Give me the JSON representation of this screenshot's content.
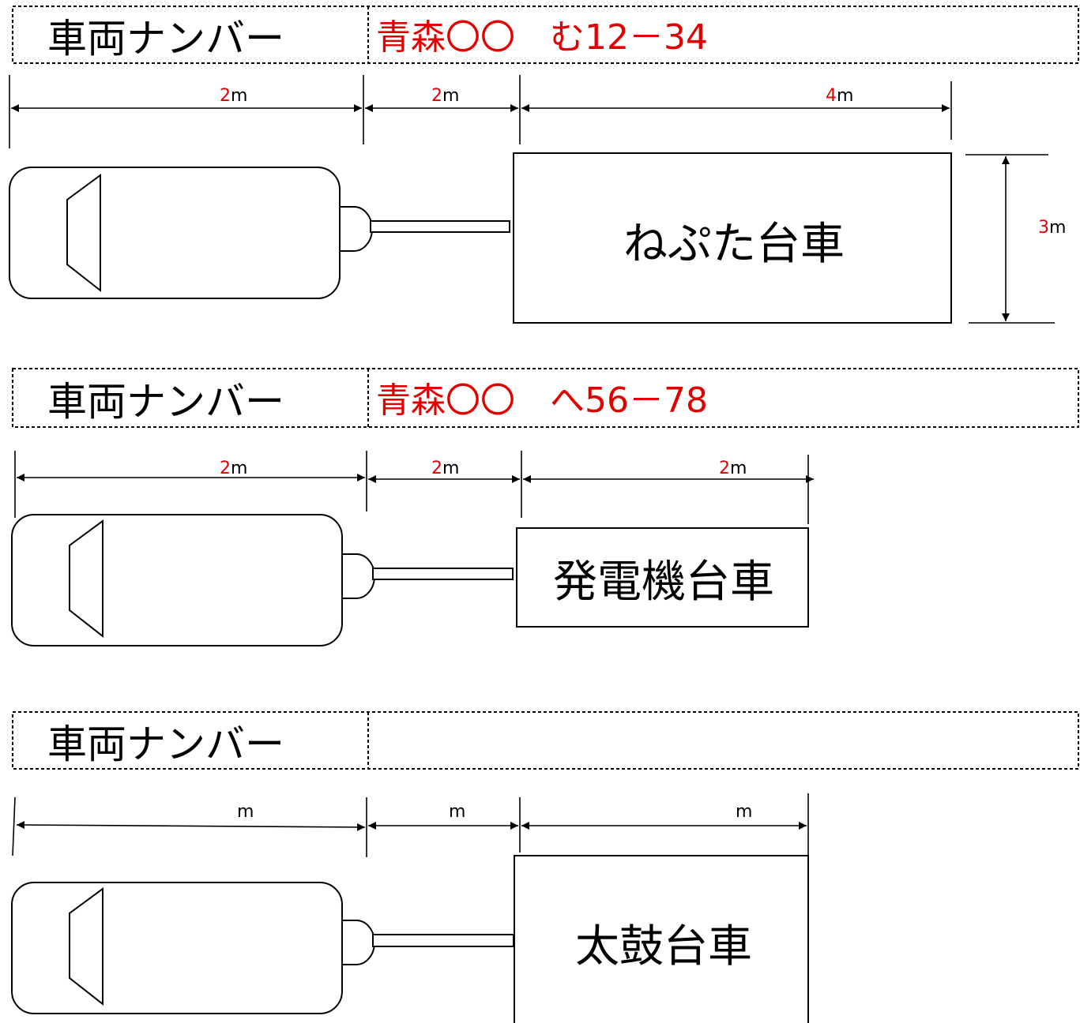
{
  "sections": [
    {
      "header": {
        "label": "車両ナンバー",
        "plate": "青森〇〇　む12－34"
      },
      "dims": [
        {
          "num": "2",
          "unit": "m"
        },
        {
          "num": "2",
          "unit": "m"
        },
        {
          "num": "4",
          "unit": "m"
        }
      ],
      "height_dim": {
        "num": "3",
        "unit": "m"
      },
      "cart_label": "ねぷた台車"
    },
    {
      "header": {
        "label": "車両ナンバー",
        "plate": "青森〇〇　へ56－78"
      },
      "dims": [
        {
          "num": "2",
          "unit": "m"
        },
        {
          "num": "2",
          "unit": "m"
        },
        {
          "num": "2",
          "unit": "m"
        }
      ],
      "cart_label": "発電機台車"
    },
    {
      "header": {
        "label": "車両ナンバー",
        "plate": ""
      },
      "dims": [
        {
          "num": "",
          "unit": "m"
        },
        {
          "num": "",
          "unit": "m"
        },
        {
          "num": "",
          "unit": "m"
        }
      ],
      "cart_label": "太鼓台車"
    }
  ]
}
